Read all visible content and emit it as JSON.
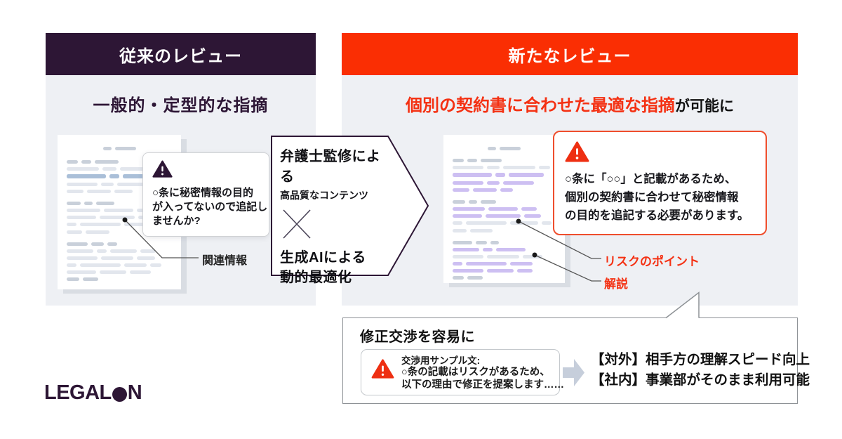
{
  "colors": {
    "brand_purple": "#2d1635",
    "accent_red": "#f43113",
    "accent_red_bright": "#fa2e03",
    "panel_gray": "#eef0f4",
    "highlight_purple": "#cdbff2",
    "highlight_blue": "#aabfd8"
  },
  "logo": {
    "text_start": "LEGAL",
    "text_end": "N"
  },
  "left_panel": {
    "header": "従来のレビュー",
    "subtitle": "一般的・定型的な指摘",
    "callout_lines": [
      "○条に秘密情報の目的",
      "が入ってないので追記し",
      "ませんか?"
    ],
    "annotation_label": "関連情報"
  },
  "center_hexagon": {
    "title": "弁護士監修による",
    "subtitle": "高品質なコンテンツ",
    "operator": "×",
    "bottom_line1": "生成AIによる",
    "bottom_line2": "動的最適化"
  },
  "right_panel": {
    "header": "新たなレビュー",
    "subtitle_highlight": "個別の契約書に合わせた最適な指摘",
    "subtitle_suffix": "が可能に",
    "callout_lines": [
      "○条に「○○」と記載があるため、",
      "個別の契約書に合わせて秘密情報",
      "の目的を追記する必要があります。"
    ],
    "label_risk": "リスクのポイント",
    "label_explanation": "解説"
  },
  "bottom_section": {
    "title": "修正交渉を容易に",
    "sample_label": "交渉用サンプル文:",
    "sample_lines": [
      "○条の記載はリスクがあるため、",
      "以下の理由で修正を提案します……"
    ],
    "benefits": [
      "【対外】相手方の理解スピード向上",
      "【社内】事業部がそのまま利用可能"
    ]
  },
  "icons": {
    "warning": "filled-triangle-exclamation",
    "operator_times": "×",
    "flow_arrow": "block-arrow-right"
  }
}
